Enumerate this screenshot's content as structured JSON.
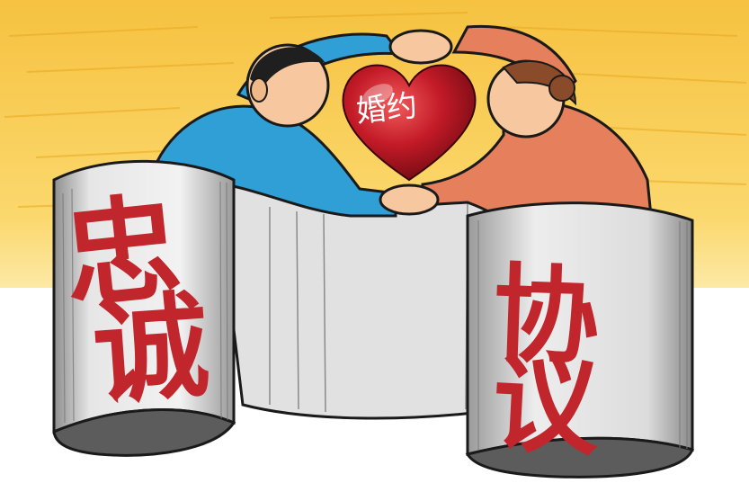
{
  "illustration": {
    "left_banner": {
      "chars": [
        "忠",
        "诚"
      ]
    },
    "right_banner": {
      "chars": [
        "协",
        "议"
      ]
    },
    "heart": {
      "text": "婚约"
    }
  },
  "colors": {
    "sky": "#f6c240",
    "banner": "#d3d3d3",
    "text_red": "#c0262b",
    "heart_red": "#b0121f",
    "man_shirt": "#2f9fd5",
    "woman_dress": "#e57f5c",
    "skin": "#f7c8a0"
  }
}
